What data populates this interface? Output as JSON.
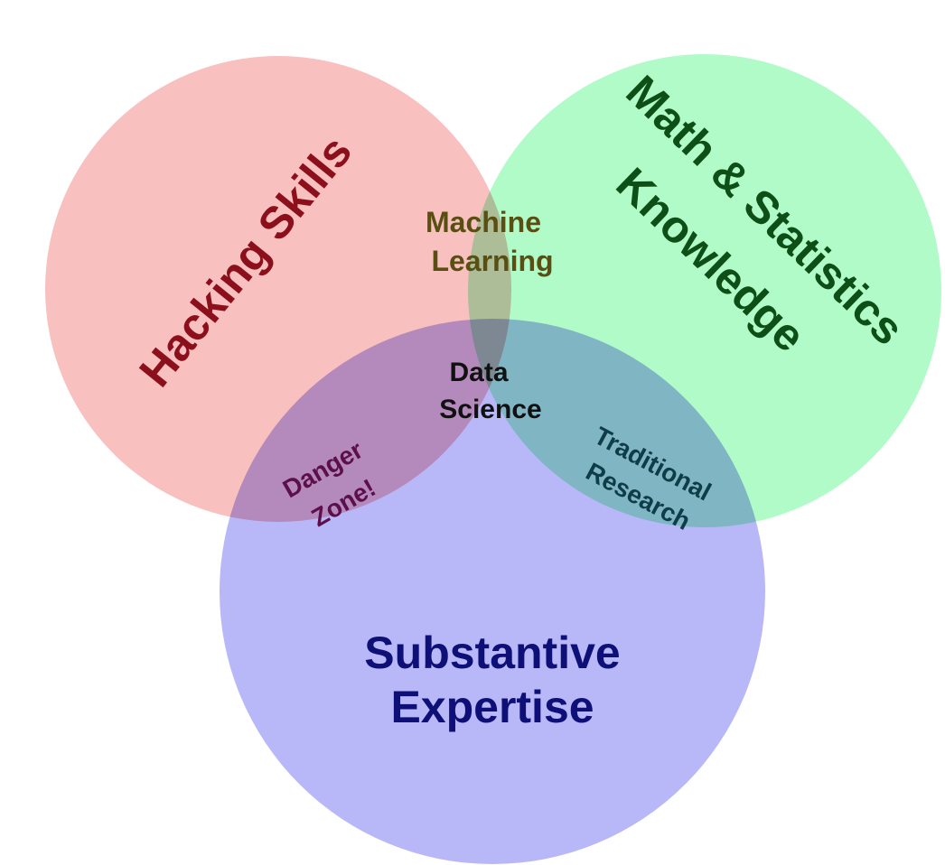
{
  "colors": {
    "hacking_fill": "#f9c0c0",
    "math_fill": "#b1fbc9",
    "expertise_fill": "#b8b8f9",
    "hacking_text": "#8c0f1c",
    "math_text": "#0e4f17",
    "expertise_text": "#0f0f78",
    "ml_text": "#5a4f12",
    "danger_text": "#5c0f4a",
    "research_text": "#0e3c47",
    "center_text": "#111111"
  },
  "sets": {
    "hacking": {
      "label": "Hacking Skills"
    },
    "math": {
      "line1": "Math & Statistics",
      "line2": "Knowledge"
    },
    "expertise": {
      "line1": "Substantive",
      "line2": "Expertise"
    }
  },
  "overlaps": {
    "machine_learning": {
      "line1": "Machine",
      "line2": "Learning"
    },
    "danger_zone": {
      "line1": "Danger",
      "line2": "Zone!"
    },
    "traditional_research": {
      "line1": "Traditional",
      "line2": "Research"
    },
    "data_science": {
      "line1": "Data",
      "line2": "Science"
    }
  }
}
